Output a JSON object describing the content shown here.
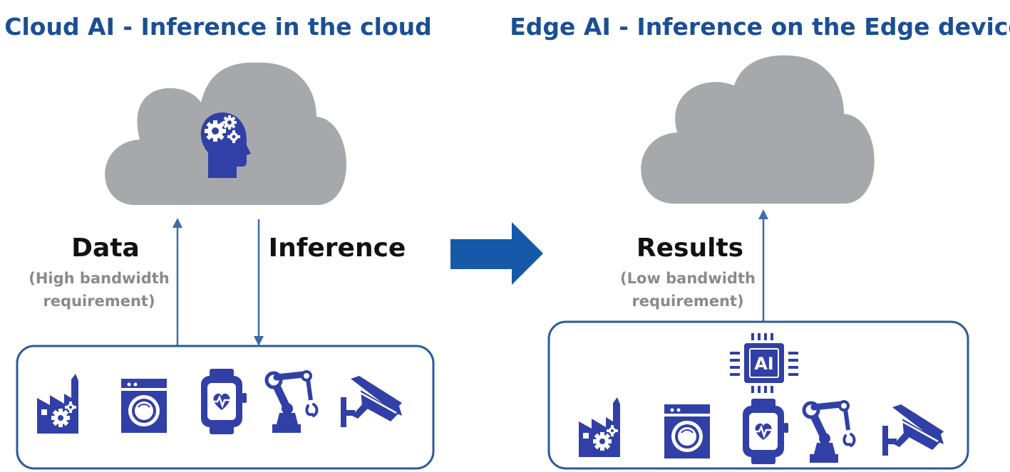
{
  "colors": {
    "title": "#1a4f94",
    "cloud": "#a6a8ab",
    "icon": "#3140a6",
    "frame": "#2b5a9c",
    "connector": "#3a6ea8",
    "big_arrow": "#1559a8",
    "label": "#111111",
    "note": "#8a8a8a"
  },
  "cloud_ai": {
    "title": "Cloud AI - Inference in the cloud",
    "data_label": "Data",
    "data_note_line1": "(High bandwidth",
    "data_note_line2": "requirement)",
    "inference_label": "Inference",
    "cloud_icon": "brain-gears-head-icon",
    "devices": [
      "factory-icon",
      "washing-machine-icon",
      "smartwatch-heart-icon",
      "robot-arm-icon",
      "security-camera-icon"
    ]
  },
  "edge_ai": {
    "title": "Edge AI - Inference on the Edge device",
    "results_label": "Results",
    "results_note_line1": "(Low bandwidth",
    "results_note_line2": "requirement)",
    "chip_text": "AI",
    "chip_icon": "ai-chip-icon",
    "devices": [
      "factory-icon",
      "washing-machine-icon",
      "smartwatch-heart-icon",
      "robot-arm-icon",
      "security-camera-icon"
    ]
  },
  "transition_icon": "right-arrow-icon"
}
